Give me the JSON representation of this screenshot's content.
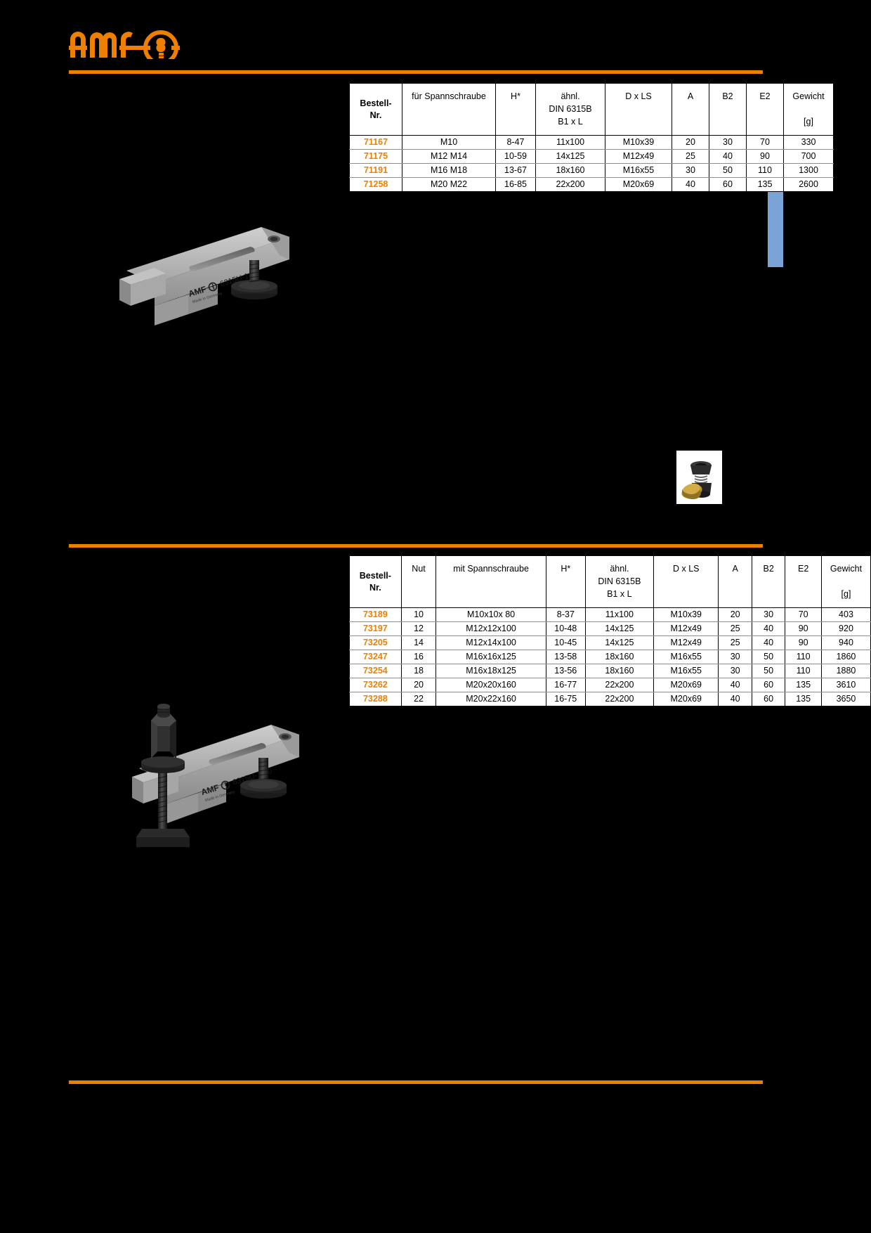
{
  "brand": {
    "name": "AMF",
    "logo_alt": "AMF logo",
    "accent_color": "#ee7f00"
  },
  "theme": {
    "accent": "#ee7f00",
    "order_number_color": "#ee7f00",
    "side_tab_color": "#7aa4d8",
    "background": "#000000",
    "table_background": "#ffffff"
  },
  "side_tab": {
    "label": ""
  },
  "tables": [
    {
      "id": "table-top",
      "headers": [
        "Bestell-\nNr.",
        "für Spannschraube",
        "H*",
        "ähnl.\nDIN 6315B\nB1 x L",
        "D x LS",
        "A",
        "B2",
        "E2",
        "Gewicht\n\n[g]"
      ],
      "header_cells": [
        {
          "line1": "Bestell-",
          "line2": "Nr.",
          "line3": ""
        },
        {
          "line1": "für Spannschraube",
          "line2": "",
          "line3": ""
        },
        {
          "line1": "H*",
          "line2": "",
          "line3": ""
        },
        {
          "line1": "ähnl.",
          "line2": "DIN 6315B",
          "line3": "B1 x L"
        },
        {
          "line1": "D x LS",
          "line2": "",
          "line3": ""
        },
        {
          "line1": "A",
          "line2": "",
          "line3": ""
        },
        {
          "line1": "B2",
          "line2": "",
          "line3": ""
        },
        {
          "line1": "E2",
          "line2": "",
          "line3": ""
        },
        {
          "line1": "Gewicht",
          "line2": "",
          "line3": "[g]"
        }
      ],
      "rows": [
        {
          "bestell_nr": "71167",
          "spannschraube": "M10",
          "h": "8-47",
          "din": "11x100",
          "dxls": "M10x39",
          "a": "20",
          "b2": "30",
          "e2": "70",
          "gewicht": "330"
        },
        {
          "bestell_nr": "71175",
          "spannschraube": "M12 M14",
          "h": "10-59",
          "din": "14x125",
          "dxls": "M12x49",
          "a": "25",
          "b2": "40",
          "e2": "90",
          "gewicht": "700"
        },
        {
          "bestell_nr": "71191",
          "spannschraube": "M16 M18",
          "h": "13-67",
          "din": "18x160",
          "dxls": "M16x55",
          "a": "30",
          "b2": "50",
          "e2": "110",
          "gewicht": "1300"
        },
        {
          "bestell_nr": "71258",
          "spannschraube": "M20 M22",
          "h": "16-85",
          "din": "22x200",
          "dxls": "M20x69",
          "a": "40",
          "b2": "60",
          "e2": "135",
          "gewicht": "2600"
        }
      ]
    },
    {
      "id": "table-bottom",
      "header_cells": [
        {
          "line1": "Bestell-",
          "line2": "Nr.",
          "line3": ""
        },
        {
          "line1": "Nut",
          "line2": "",
          "line3": ""
        },
        {
          "line1": "mit Spannschraube",
          "line2": "",
          "line3": ""
        },
        {
          "line1": "H*",
          "line2": "",
          "line3": ""
        },
        {
          "line1": "ähnl.",
          "line2": "DIN 6315B",
          "line3": "B1 x L"
        },
        {
          "line1": "D x LS",
          "line2": "",
          "line3": ""
        },
        {
          "line1": "A",
          "line2": "",
          "line3": ""
        },
        {
          "line1": "B2",
          "line2": "",
          "line3": ""
        },
        {
          "line1": "E2",
          "line2": "",
          "line3": ""
        },
        {
          "line1": "Gewicht",
          "line2": "",
          "line3": "[g]"
        }
      ],
      "rows": [
        {
          "bestell_nr": "73189",
          "nut": "10",
          "spannschraube": "M10x10x 80",
          "h": "8-37",
          "din": "11x100",
          "dxls": "M10x39",
          "a": "20",
          "b2": "30",
          "e2": "70",
          "gewicht": "403"
        },
        {
          "bestell_nr": "73197",
          "nut": "12",
          "spannschraube": "M12x12x100",
          "h": "10-48",
          "din": "14x125",
          "dxls": "M12x49",
          "a": "25",
          "b2": "40",
          "e2": "90",
          "gewicht": "920"
        },
        {
          "bestell_nr": "73205",
          "nut": "14",
          "spannschraube": "M12x14x100",
          "h": "10-45",
          "din": "14x125",
          "dxls": "M12x49",
          "a": "25",
          "b2": "40",
          "e2": "90",
          "gewicht": "940"
        },
        {
          "bestell_nr": "73247",
          "nut": "16",
          "spannschraube": "M16x16x125",
          "h": "13-58",
          "din": "18x160",
          "dxls": "M16x55",
          "a": "30",
          "b2": "50",
          "e2": "110",
          "gewicht": "1860"
        },
        {
          "bestell_nr": "73254",
          "nut": "18",
          "spannschraube": "M16x18x125",
          "h": "13-56",
          "din": "18x160",
          "dxls": "M16x55",
          "a": "30",
          "b2": "50",
          "e2": "110",
          "gewicht": "1880"
        },
        {
          "bestell_nr": "73262",
          "nut": "20",
          "spannschraube": "M20x20x160",
          "h": "16-77",
          "din": "22x200",
          "dxls": "M20x69",
          "a": "40",
          "b2": "60",
          "e2": "135",
          "gewicht": "3610"
        },
        {
          "bestell_nr": "73288",
          "nut": "22",
          "spannschraube": "M20x22x160",
          "h": "16-75",
          "din": "22x200",
          "dxls": "M20x69",
          "a": "40",
          "b2": "60",
          "e2": "135",
          "gewicht": "3650"
        }
      ]
    }
  ],
  "product_images": [
    {
      "id": "clamp-top",
      "marking_logo": "AMF",
      "marking_text": "6315U-14-0",
      "marking_sub": "Made in Germany"
    },
    {
      "id": "clamp-bottom",
      "marking_logo": "AMF",
      "marking_text": "6315U-14-0",
      "marking_sub": "Made in Germany"
    },
    {
      "id": "support-screw-inset",
      "description": "Auflagebolzen"
    }
  ]
}
